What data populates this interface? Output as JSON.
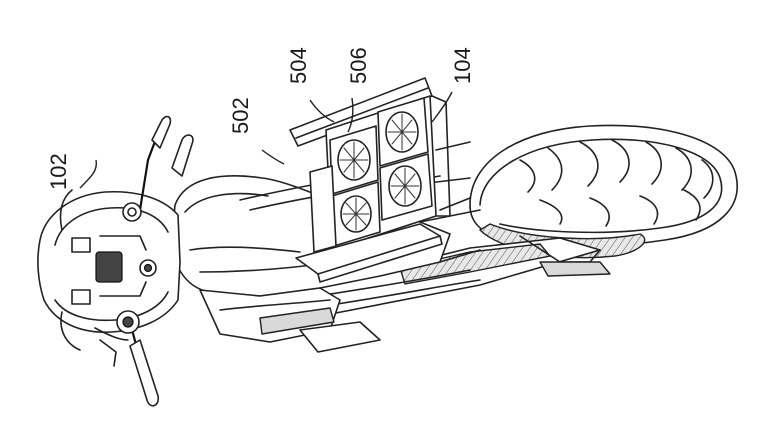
{
  "figure": {
    "labels": [
      {
        "id": "102",
        "text": "102"
      },
      {
        "id": "502",
        "text": "502"
      },
      {
        "id": "504",
        "text": "504"
      },
      {
        "id": "506",
        "text": "506"
      },
      {
        "id": "104",
        "text": "104"
      }
    ]
  }
}
